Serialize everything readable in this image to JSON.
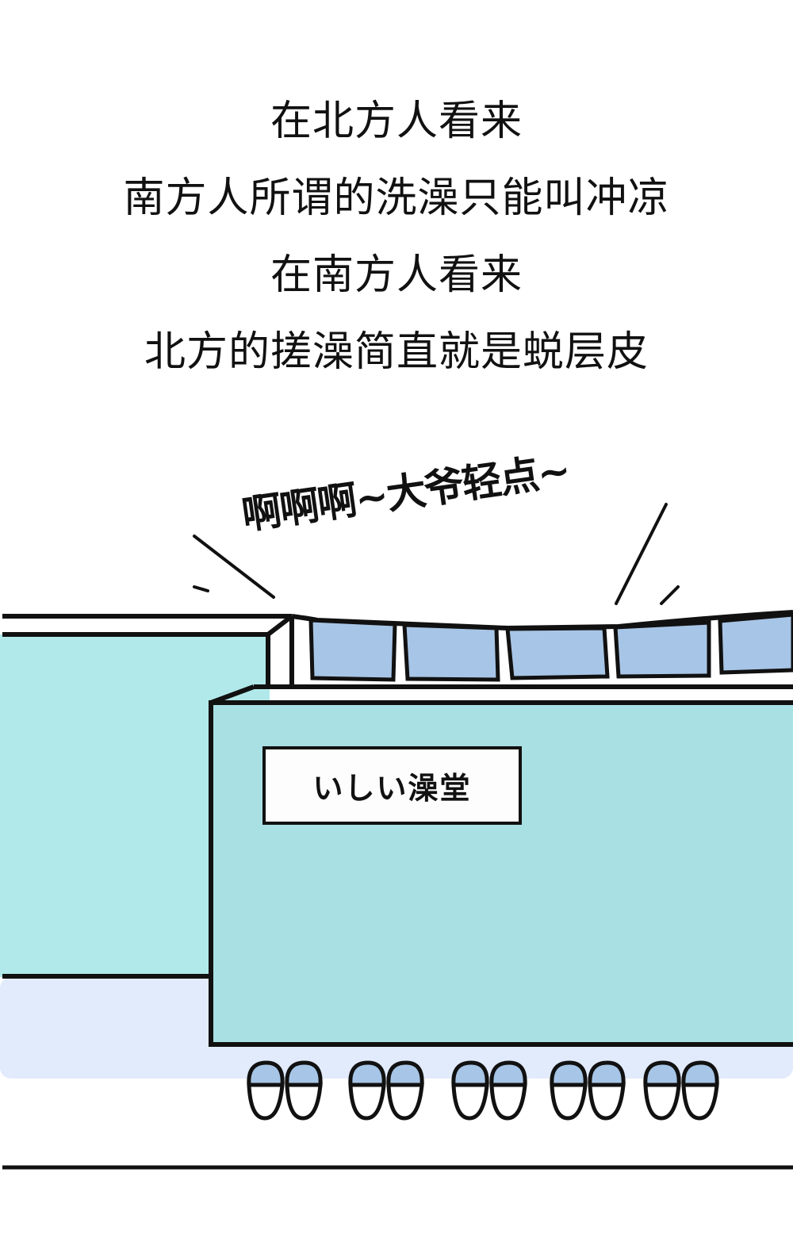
{
  "caption": {
    "lines": [
      "在北方人看来",
      "南方人所谓的洗澡只能叫冲凉",
      "在南方人看来",
      "北方的搓澡简直就是蜕层皮"
    ]
  },
  "illustration": {
    "shout_text": "啊啊啊~大爷轻点~",
    "sign_text": "いしい澡堂",
    "slipper_pairs": 5,
    "colors": {
      "wall_back": "#b1e9ea",
      "counter_front": "#a9e0e3",
      "window_glass": "#a7c5e6",
      "floor": "#e2ebfb",
      "outline": "#111111"
    }
  }
}
